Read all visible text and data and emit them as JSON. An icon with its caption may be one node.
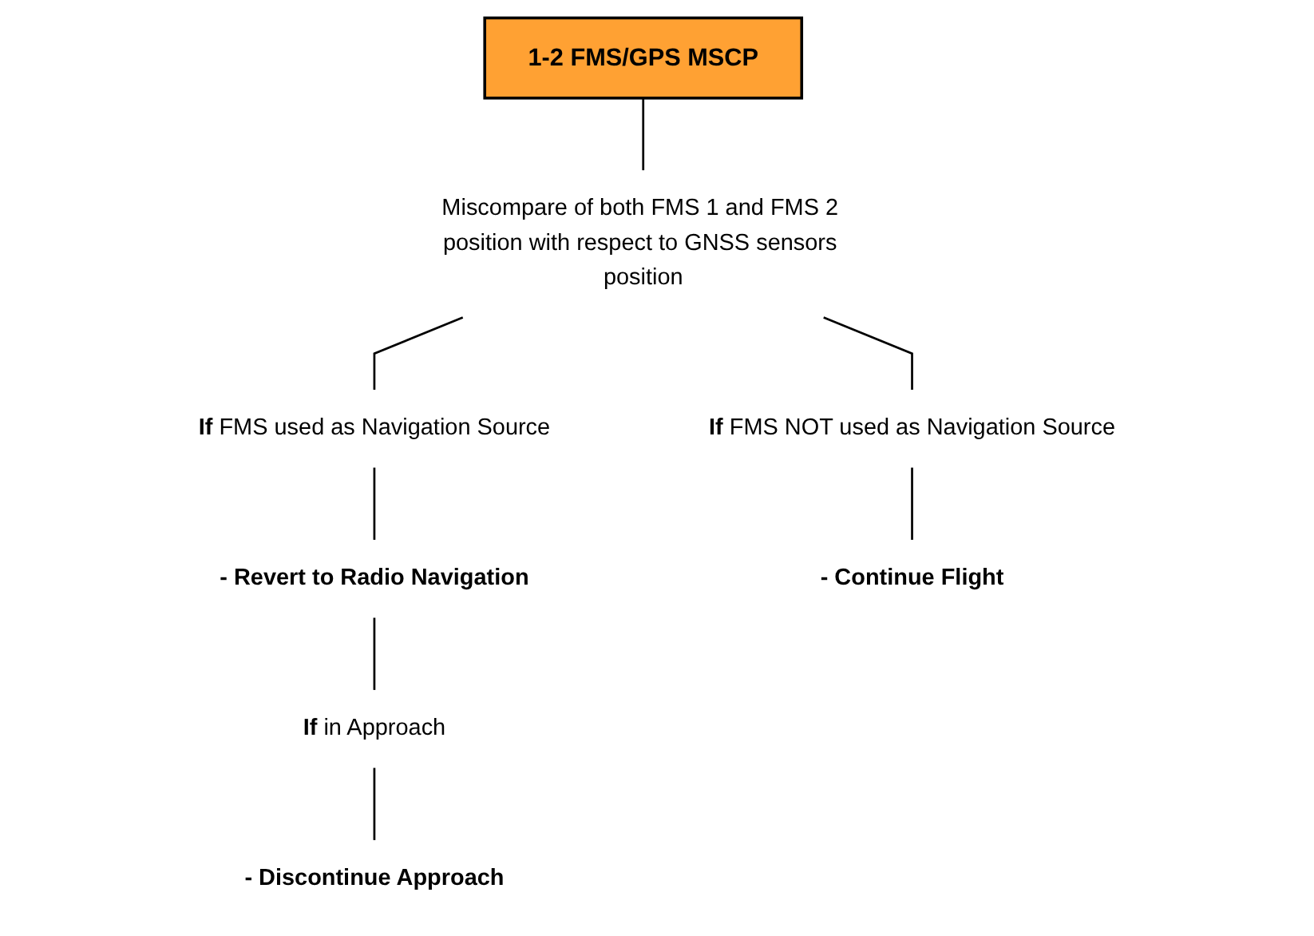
{
  "diagram": {
    "nodes": [
      {
        "text": [
          "1-2 FMS/GPS MSCP"
        ]
      },
      {
        "text": [
          "Miscompare of both FMS 1 and FMS 2 position with respect to GNSS sensors position"
        ]
      },
      {
        "text": [
          "**If** FMS used as Navigation Source"
        ]
      },
      {
        "text": [
          "**If** FMS NOT used as Navigation Source"
        ]
      },
      {
        "text": [
          "- Revert to Radio Navigation"
        ]
      },
      {
        "text": [
          "- Continue Flight"
        ]
      },
      {
        "text": [
          "**If** in Approach"
        ]
      },
      {
        "text": [
          "- Discontinue Approach"
        ]
      }
    ],
    "edges": [
      {
        "from": 0,
        "to": 1,
        "arrow": "none"
      },
      {
        "from": 1,
        "to": 2,
        "arrow": "none"
      },
      {
        "from": 1,
        "to": 3,
        "arrow": "none"
      },
      {
        "from": 2,
        "to": 4,
        "arrow": "none"
      },
      {
        "from": 3,
        "to": 5,
        "arrow": "none"
      },
      {
        "from": 4,
        "to": 6,
        "arrow": "none"
      },
      {
        "from": 6,
        "to": 7,
        "arrow": "none"
      }
    ]
  }
}
